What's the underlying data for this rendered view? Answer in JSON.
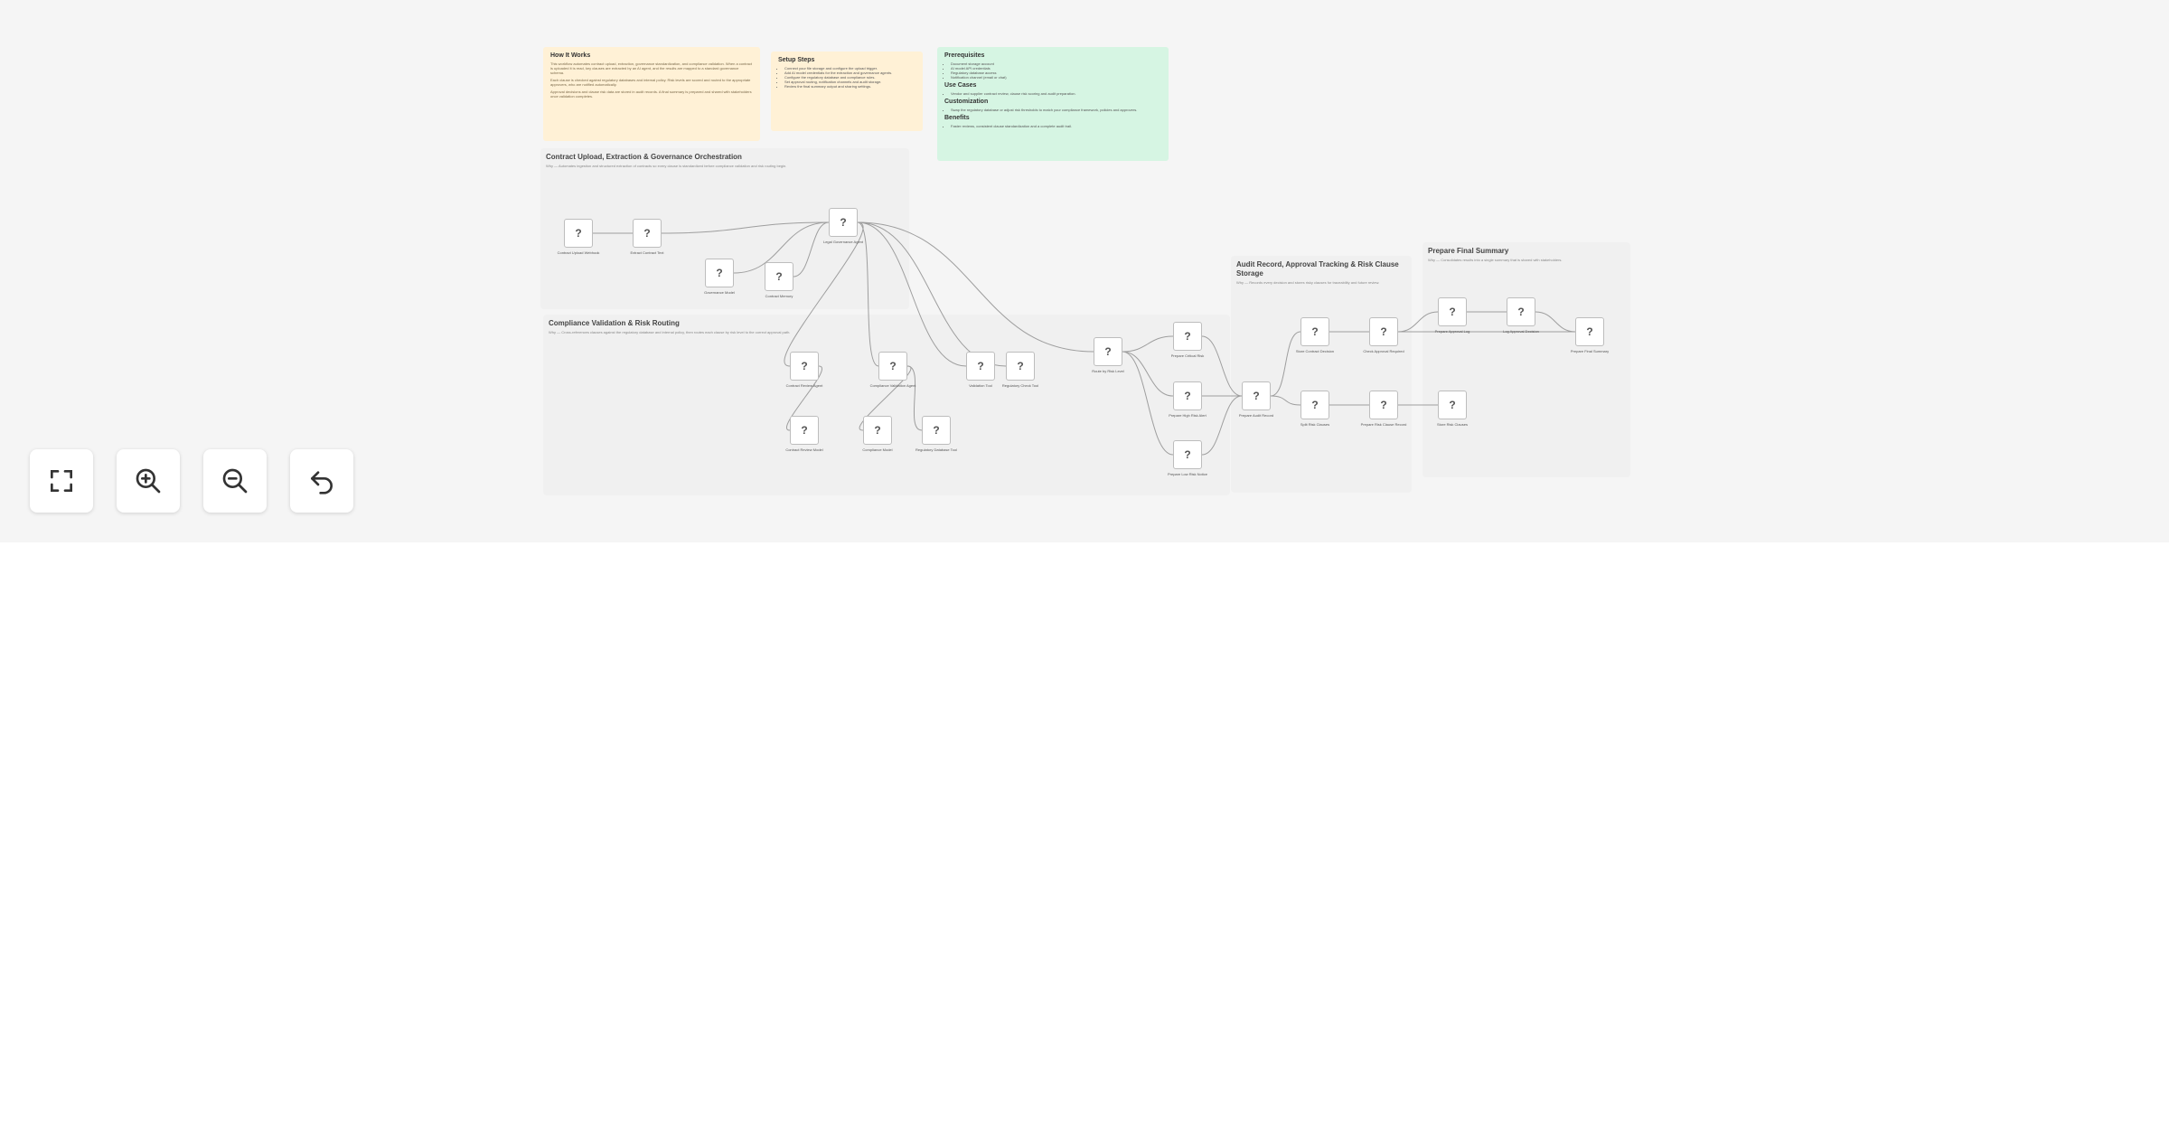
{
  "notes": {
    "how_it_works": {
      "title": "How It Works",
      "body": [
        "This workflow automates contract upload, extraction, governance standardization, and compliance validation. When a contract is uploaded it is read, key clauses are extracted by an AI agent, and the results are mapped to a standard governance schema.",
        "Each clause is checked against regulatory databases and internal policy. Risk levels are scored and routed to the appropriate approvers, who are notified automatically.",
        "Approval decisions and clause risk data are stored in audit records. A final summary is prepared and shared with stakeholders once validation completes."
      ]
    },
    "setup_steps": {
      "title": "Setup Steps",
      "items": [
        "Connect your file storage and configure the upload trigger.",
        "Add AI model credentials for the extraction and governance agents.",
        "Configure the regulatory database and compliance rules.",
        "Set approval routing, notification channels and audit storage.",
        "Review the final summary output and sharing settings."
      ]
    },
    "prerequisites": {
      "title": "Prerequisites",
      "items": [
        "Document storage account",
        "AI model API credentials",
        "Regulatory database access",
        "Notification channel (email or chat)"
      ]
    },
    "use_cases": {
      "title": "Use Cases",
      "items": [
        "Vendor and supplier contract review, clause risk scoring and audit preparation."
      ]
    },
    "customization": {
      "title": "Customization",
      "items": [
        "Swap the regulatory database or adjust risk thresholds to match your compliance framework, policies and approvers."
      ]
    },
    "benefits": {
      "title": "Benefits",
      "items": [
        "Faster reviews, consistent clause standardization and a complete audit trail."
      ]
    }
  },
  "groups": [
    {
      "title": "Contract Upload, Extraction & Governance Orchestration",
      "why": "Why — Automates ingestion and structured extraction of contracts so every clause is standardized before compliance validation and risk routing begin."
    },
    {
      "title": "Compliance Validation & Risk Routing",
      "why": "Why — Cross-references clauses against the regulatory database and internal policy, then routes each clause by risk level to the correct approval path."
    },
    {
      "title": "Audit Record, Approval Tracking & Risk Clause Storage",
      "why": "Why — Records every decision and stores risky clauses for traceability and future review."
    },
    {
      "title": "Prepare Final Summary",
      "why": "Why — Consolidates results into a single summary that is shared with stakeholders."
    }
  ],
  "nodes": [
    {
      "id": "n1",
      "label": "Contract Upload Webhook"
    },
    {
      "id": "n2",
      "label": "Extract Contract Text"
    },
    {
      "id": "n3",
      "label": "Governance Model"
    },
    {
      "id": "n4",
      "label": "Contract Memory"
    },
    {
      "id": "n5",
      "label": "Legal Governance Agent"
    },
    {
      "id": "n6",
      "label": "Contract Review Agent"
    },
    {
      "id": "n7",
      "label": "Compliance Validation Agent"
    },
    {
      "id": "n8",
      "label": "Validation Tool"
    },
    {
      "id": "n9",
      "label": "Regulatory Check Tool"
    },
    {
      "id": "n10",
      "label": "Contract Review Model"
    },
    {
      "id": "n11",
      "label": "Compliance Model"
    },
    {
      "id": "n12",
      "label": "Regulatory Database Tool"
    },
    {
      "id": "n13",
      "label": "Route by Risk Level"
    },
    {
      "id": "n14",
      "label": "Prepare Critical Risk"
    },
    {
      "id": "n15",
      "label": "Prepare High Risk Alert"
    },
    {
      "id": "n16",
      "label": "Prepare Low Risk Notice"
    },
    {
      "id": "n17",
      "label": "Prepare Audit Record"
    },
    {
      "id": "n18",
      "label": "Store Contract Decision"
    },
    {
      "id": "n19",
      "label": "Check Approval Required"
    },
    {
      "id": "n20",
      "label": "Split Risk Clauses"
    },
    {
      "id": "n21",
      "label": "Prepare Risk Clause Record"
    },
    {
      "id": "n22",
      "label": "Store Risk Clauses"
    },
    {
      "id": "n23",
      "label": "Prepare Approval Log"
    },
    {
      "id": "n24",
      "label": "Log Approval Decision"
    },
    {
      "id": "n25",
      "label": "Prepare Final Summary"
    }
  ],
  "node_glyph": "?",
  "controls": [
    {
      "name": "fit-view",
      "icon": "expand-icon"
    },
    {
      "name": "zoom-in",
      "icon": "zoom-in-icon"
    },
    {
      "name": "zoom-out",
      "icon": "zoom-out-icon"
    },
    {
      "name": "reset",
      "icon": "undo-icon"
    }
  ],
  "colors": {
    "canvas": "#f5f5f5",
    "note_yellow": "#fff1d6",
    "note_green": "#d6f5e3",
    "group": "#f0f0f0",
    "edge": "#9e9e9e"
  }
}
